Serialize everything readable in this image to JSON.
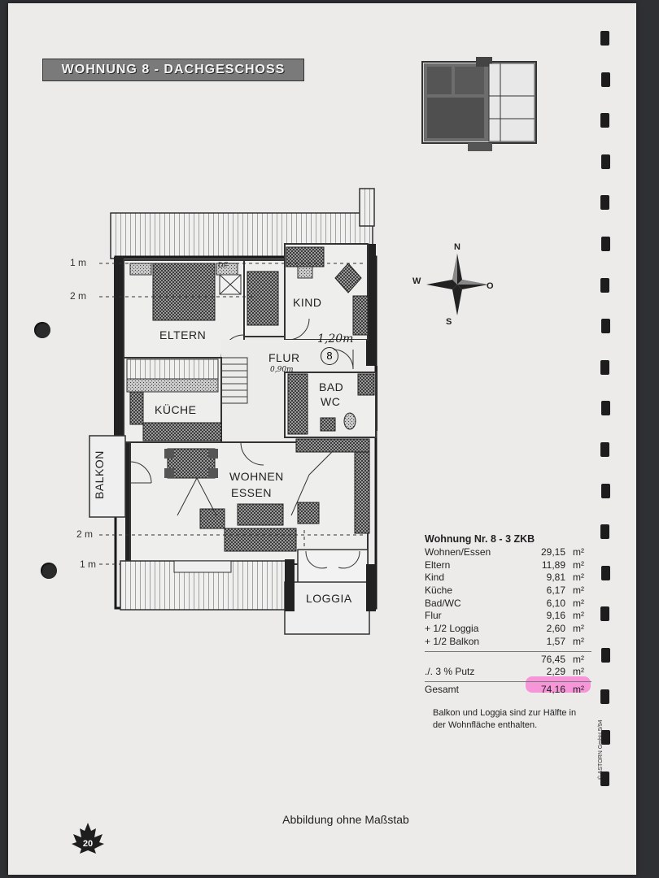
{
  "header": {
    "title": "WOHNUNG 8 - DACHGESCHOSS"
  },
  "floorplan": {
    "rooms": {
      "eltern": "ELTERN",
      "kind": "KIND",
      "flur": "FLUR",
      "bad": "BAD",
      "wc": "WC",
      "kueche": "KÜCHE",
      "wohnen": "WOHNEN",
      "essen": "ESSEN",
      "balkon": "BALKON",
      "loggia": "LOGGIA",
      "unit_number": "8",
      "df": "DF"
    },
    "dimensions": {
      "top_1m": "1 m",
      "top_2m": "2 m",
      "bottom_2m": "2 m",
      "bottom_1m": "1 m"
    },
    "handwritten": {
      "width_note": "1,20m",
      "door_note": "0,90m"
    }
  },
  "compass": {
    "n": "N",
    "s": "S",
    "w": "W",
    "o": "O"
  },
  "area_table": {
    "heading": "Wohnung Nr. 8  -  3 ZKB",
    "rows": [
      {
        "label": "Wohnen/Essen",
        "value": "29,15",
        "unit": "m²"
      },
      {
        "label": "Eltern",
        "value": "11,89",
        "unit": "m²"
      },
      {
        "label": "Kind",
        "value": "9,81",
        "unit": "m²"
      },
      {
        "label": "Küche",
        "value": "6,17",
        "unit": "m²"
      },
      {
        "label": "Bad/WC",
        "value": "6,10",
        "unit": "m²"
      },
      {
        "label": "Flur",
        "value": "9,16",
        "unit": "m²"
      },
      {
        "label": "+ 1/2 Loggia",
        "value": "2,60",
        "unit": "m²"
      },
      {
        "label": "+ 1/2 Balkon",
        "value": "1,57",
        "unit": "m²"
      }
    ],
    "subtotal": {
      "value": "76,45",
      "unit": "m²"
    },
    "deduction": {
      "label": "./. 3 % Putz",
      "value": "2,29",
      "unit": "m²"
    },
    "total": {
      "label": "Gesamt",
      "value": "74,16",
      "unit": "m²"
    },
    "highlight_color": "#ff50c8"
  },
  "note": "Balkon und Loggia sind zur Hälfte in der Wohnfläche enthalten.",
  "scale_note": "Abbildung ohne Maßstab",
  "copyright": "© ASTORN GmbH 5/94",
  "logo": {
    "page_number": "20",
    "icon": "maple-leaf-icon"
  }
}
